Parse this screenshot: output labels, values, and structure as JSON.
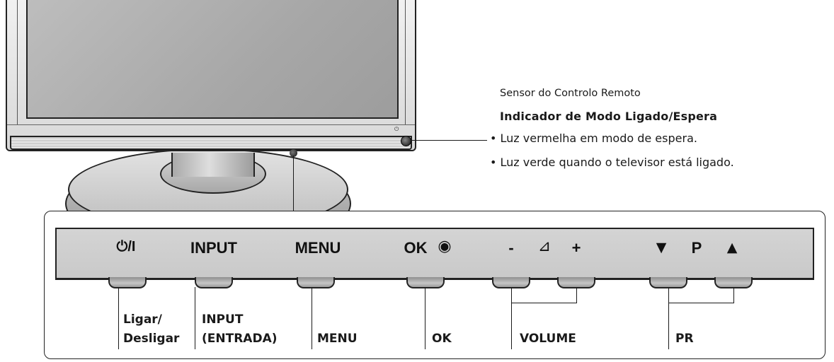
{
  "tv": {
    "power_glyph": "⏻"
  },
  "callouts": {
    "sensor": "Sensor do Controlo Remoto",
    "indicator": "Indicador de Modo Ligado/Espera",
    "red": "• Luz vermelha em modo de espera.",
    "green": "• Luz verde quando o televisor está ligado."
  },
  "panel": {
    "buttons": {
      "power": "⏻/I",
      "input": "INPUT",
      "menu": "MENU",
      "ok": "OK",
      "ok_symbol": "◉",
      "vol_minus": "-",
      "vol_symbol": "⊿",
      "vol_plus": "+",
      "pr_down": "▼",
      "pr": "P",
      "pr_up": "▲"
    },
    "labels": {
      "power_1": "Ligar/",
      "power_2": "Desligar",
      "input_1": "INPUT",
      "input_2": "(ENTRADA)",
      "menu": "MENU",
      "ok": "OK",
      "volume": "VOLUME",
      "pr": "PR"
    }
  },
  "colors": {
    "panel_fill": "#cccccc",
    "line": "#1a1a1a"
  }
}
